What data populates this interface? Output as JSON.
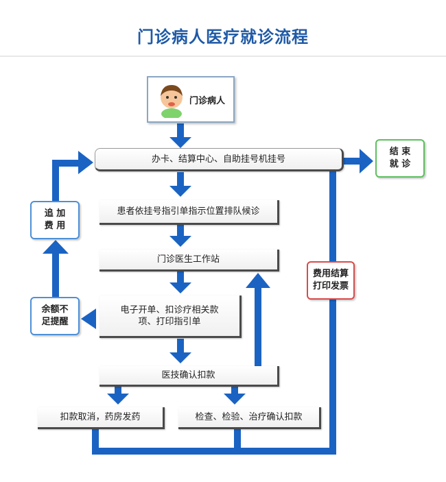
{
  "title": "门诊病人医疗就诊流程",
  "nodes": {
    "patient": "门诊病人",
    "register": "办卡、结算中心、自助挂号机挂号",
    "queue": "患者依挂号指引单指示位置排队候诊",
    "doctor_station": "门诊医生工作站",
    "order": "电子开单、扣诊疗相关款\n项、打印指引单",
    "confirm": "医技确认扣款",
    "cancel": "扣款取消，药房发药",
    "exam": "检查、检验、治疗确认扣款",
    "end": "结 束\n就 诊",
    "add_fee": "追 加\n费 用",
    "insufficient": "余额不\n足提醒",
    "settle": "费用结算\n打印发票"
  },
  "colors": {
    "flow": "#1a63c3",
    "title": "#1f5aa6",
    "border_blue": "#4d8fd6",
    "border_green": "#5cbf5c",
    "border_red": "#d94a4a"
  }
}
